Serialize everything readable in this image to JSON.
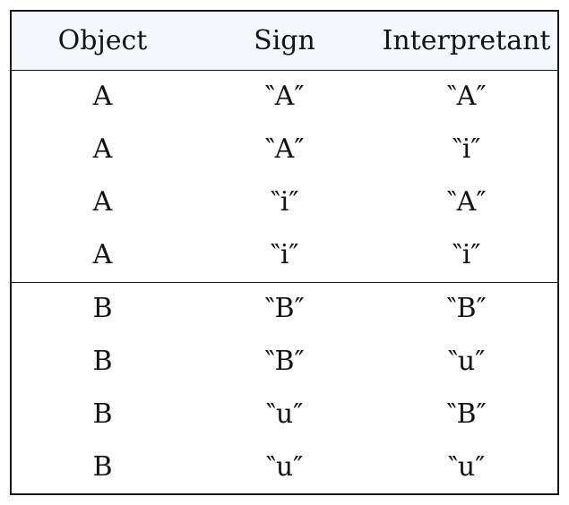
{
  "colors": {
    "page_bg": "#ffffff",
    "header_bg": "#f5f7fc",
    "border": "#141414",
    "text": "#131313"
  },
  "table": {
    "columns": [
      {
        "key": "object",
        "label": "Object"
      },
      {
        "key": "sign",
        "label": "Sign"
      },
      {
        "key": "interpretant",
        "label": "Interpretant"
      }
    ],
    "groups": [
      {
        "rows": [
          [
            "A",
            "‶A″",
            "‶A″"
          ],
          [
            "A",
            "‶A″",
            "‶i″"
          ],
          [
            "A",
            "‶i″",
            "‶A″"
          ],
          [
            "A",
            "‶i″",
            "‶i″"
          ]
        ]
      },
      {
        "rows": [
          [
            "B",
            "‶B″",
            "‶B″"
          ],
          [
            "B",
            "‶B″",
            "‶u″"
          ],
          [
            "B",
            "‶u″",
            "‶B″"
          ],
          [
            "B",
            "‶u″",
            "‶u″"
          ]
        ]
      }
    ]
  }
}
